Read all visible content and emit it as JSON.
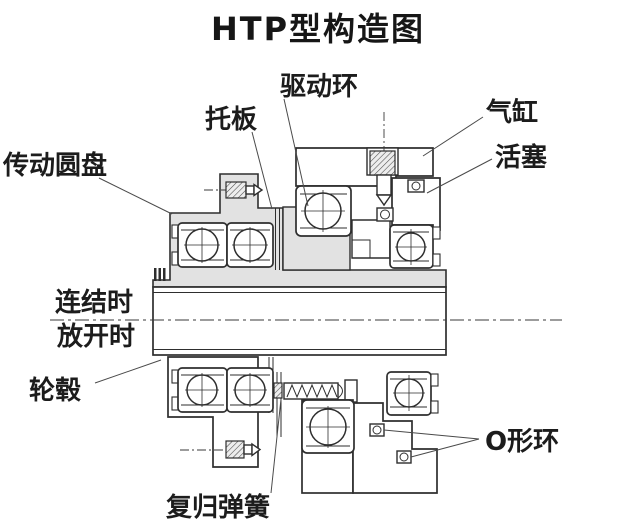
{
  "title": "HTP型构造图",
  "labels": {
    "drive_ring": "驱动环",
    "support_plate": "托板",
    "cylinder": "气缸",
    "piston": "活塞",
    "drive_disc": "传动圆盘",
    "connected": "连结时",
    "released": "放开时",
    "hub": "轮毂",
    "return_spring": "复归弹簧",
    "o_ring": "O形环"
  },
  "colors": {
    "line": "#2e2e2e",
    "shaded_fill": "#e2e2e2",
    "background": "#ffffff",
    "text": "#1c1c1c"
  }
}
